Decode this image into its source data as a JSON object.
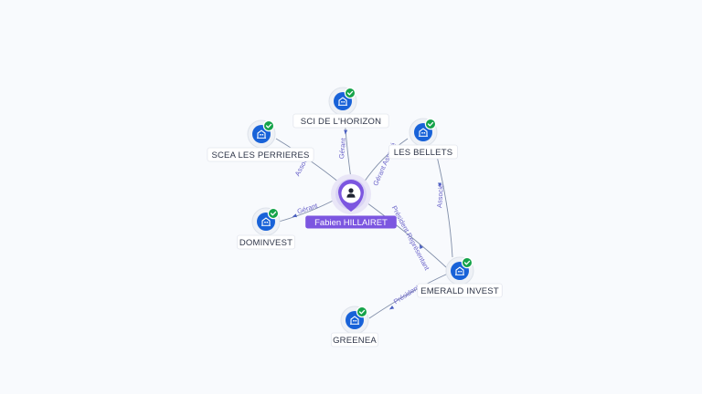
{
  "graph": {
    "person": {
      "id": "person",
      "label": "Fabien HILLAIRET",
      "icon": "person-icon"
    },
    "companies": [
      {
        "id": "sci",
        "label": "SCI DE L'HORIZON",
        "icon": "building-icon",
        "verified": true
      },
      {
        "id": "scea",
        "label": "SCEA LES PERRIERES",
        "icon": "building-icon",
        "verified": true
      },
      {
        "id": "bellets",
        "label": "LES BELLETS",
        "icon": "building-icon",
        "verified": true
      },
      {
        "id": "dominvest",
        "label": "DOMINVEST",
        "icon": "building-icon",
        "verified": true
      },
      {
        "id": "emerald",
        "label": "EMERALD INVEST",
        "icon": "building-icon",
        "verified": true
      },
      {
        "id": "greenea",
        "label": "GREENEA",
        "icon": "building-icon",
        "verified": true
      }
    ],
    "relations": [
      {
        "from": "person",
        "to": "sci",
        "label": "Gérant"
      },
      {
        "from": "person",
        "to": "scea",
        "label": "Associé"
      },
      {
        "from": "person",
        "to": "bellets",
        "label": "Gérant Associé"
      },
      {
        "from": "person",
        "to": "dominvest",
        "label": "Gérant"
      },
      {
        "from": "person",
        "to": "emerald",
        "label": "Président Représentant"
      },
      {
        "from": "bellets",
        "to": "emerald",
        "label": "Associé"
      },
      {
        "from": "emerald",
        "to": "greenea",
        "label": "Président"
      }
    ]
  },
  "colors": {
    "company": "#1862d8",
    "verified": "#15a34a",
    "person_label": "#7c56e0",
    "edge": "#6b7a99",
    "edge_label": "#6a63c9"
  }
}
